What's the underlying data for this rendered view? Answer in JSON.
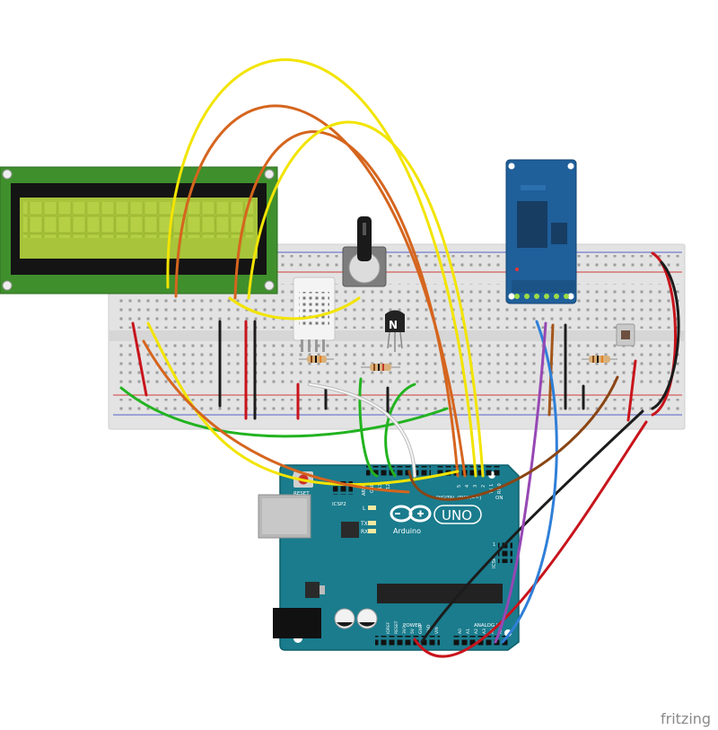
{
  "arduino": {
    "board_name": "UNO",
    "brand": "Arduino",
    "digital_label": "DIGITAL (PWM=~)",
    "power_label": "POWER",
    "analog_label": "ANALOG IN",
    "reset_label": "RESET",
    "icsp_label": "ICSP",
    "icsp2_label": "ICSP2",
    "on_label": "ON",
    "led_l": "L",
    "led_tx": "TX",
    "led_rx": "RX",
    "aref_label": "AREF",
    "gnd_label": "GND",
    "pin_13": "13",
    "pin_12": "12",
    "pin_5": "5",
    "pin_4": "4",
    "pin_3": "3",
    "pin_2": "2",
    "tx_label": "TX 1",
    "rx_label": "RX 0",
    "a0": "A0",
    "a1": "A1",
    "a2": "A2",
    "a3": "A3",
    "a4": "A4",
    "a5": "A5",
    "pwr_ioref": "IOREF",
    "pwr_reset": "RESET",
    "pwr_3v3": "3V3",
    "pwr_5v": "5V",
    "pwr_gnd1": "GND",
    "pwr_gnd2": "GND",
    "pwr_vin": "VIN",
    "icsp_1": "1"
  },
  "transistor_mark": "N",
  "footer_brand": "fritzing",
  "colors": {
    "breadboard": "#e2e2e2",
    "lcd_pcb": "#3f8f2c",
    "lcd_screen": "#a9c63a",
    "arduino": "#1b7c8c",
    "rtc_module": "#1f5f9a",
    "wire_yellow": "#f2e400",
    "wire_orange": "#d5651e",
    "wire_red": "#c8141c",
    "wire_black": "#1c1c1c",
    "wire_green": "#22b320",
    "wire_blue": "#2f7fd8",
    "wire_purple": "#9648b4",
    "wire_brown": "#8a4514",
    "wire_white": "#f4f4f4"
  }
}
